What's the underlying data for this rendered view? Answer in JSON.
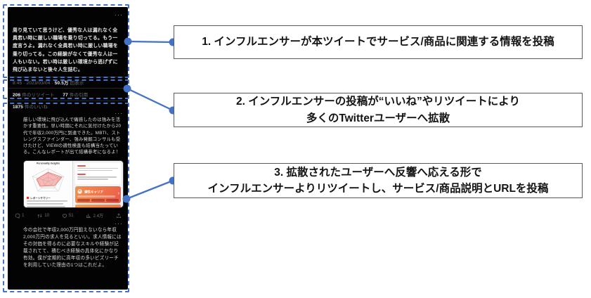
{
  "annotations": {
    "step1": {
      "line1": "1. インフルエンサーが本ツイートでサービス/商品に関連する情報を投稿"
    },
    "step2": {
      "line1": "2. インフルエンサーの投稿が“いいね”やリツイートにより",
      "line2": "多くのTwitterユーザーへ拡散"
    },
    "step3": {
      "line1": "3. 拡散されたユーザーへ反響へ応える形で",
      "line2": "インフルエンサーよりリツイートし、サービス/商品説明とURLを投稿"
    }
  },
  "tweet1": {
    "more_icon": "···",
    "text": "周り見ていて思うけど、優秀な人は漏れなく全員若い時に厳しい職場を乗り切ってる。もう一度言うよ。漏れなく全員若い時に厳しい職場を乗り切ってる。この経験がなくて優秀な人は一人もいない。若い時は厳しい環境から逃げずに飛び込まないと後々人生詰む。",
    "time_date": "8:45 · 2023/03/04 ·",
    "views_value": "50.5万",
    "views_label": "回表示",
    "retweets_value": "206",
    "retweets_label": "件のリツイート",
    "quotes_value": "77",
    "quotes_label": "件の引用",
    "likes_value": "1875",
    "likes_label": "件のいいね"
  },
  "tweet2": {
    "more_icon": "···",
    "text": "厳しい環境に飛び込んで痛感したのは強みを活かす重要性。早い時期にそれに気付けたから20代で年収2,000万円に到達できた。MBTI、ストレングスファインダー、強み発掘コンサルも受けたけど、VIEWの適性検査も結構当たっている。こんなレポートが出て結構参考になるよ！",
    "card": {
      "chart_title": "Personality Insights",
      "summary_label": "レポートサマリー",
      "career_title": "適性キャリア",
      "chevron": "›"
    },
    "stats": {
      "replies": "1",
      "retweets": "10",
      "likes": "51",
      "views": "2.4万"
    }
  },
  "tweet3": {
    "more_icon": "···",
    "text": "今の会社で年収2,000万円狙えないなら年収2,000万円の求人を見るといい。求人情報にはその対価を得るのに必要なスキルや経験が記載されてて、積むべき経験の具体化にかなり有効。僕が定期的に高年収の多いビズリーチを利用していた理由の1つはこれだよ。"
  },
  "colors": {
    "connector_blue": "#4472C4",
    "box_border": "#595959",
    "phone_background": "#030303",
    "career_card_orange": "#ec5b49"
  }
}
